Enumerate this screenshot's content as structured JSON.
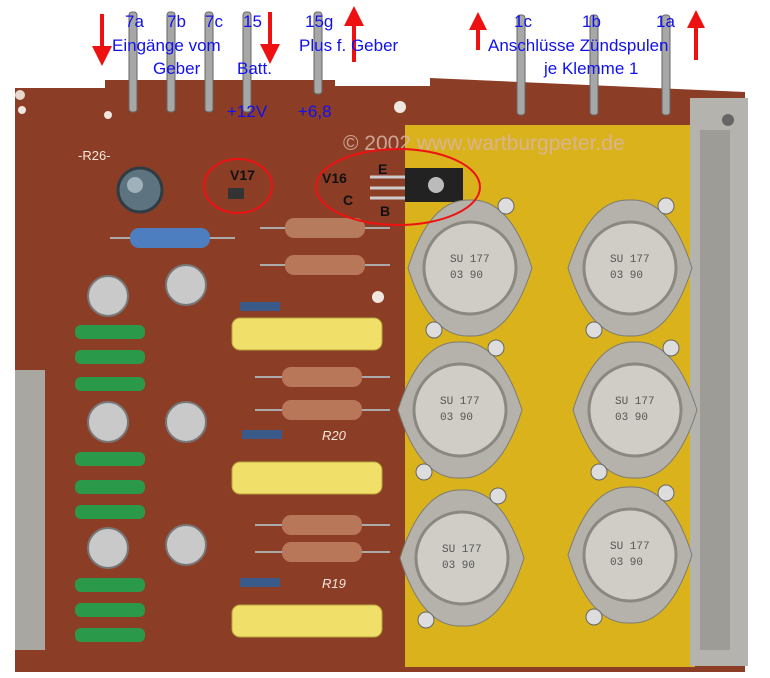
{
  "top_labels": {
    "pin_7a": "7a",
    "pin_7b": "7b",
    "pin_7c": "7c",
    "pin_15": "15",
    "pin_15g": "15g",
    "inputs_line1": "Eingänge vom",
    "inputs_line2": "Geber",
    "batt": "Batt.",
    "plus_geber": "Plus f. Geber",
    "plus_12v": "+12V",
    "plus_6_8": "+6,8",
    "pin_1c": "1c",
    "pin_1b": "1b",
    "pin_1a": "1a",
    "coils_line1": "Anschlüsse Zündspulen",
    "coils_line2": "je Klemme 1"
  },
  "watermark": "© 2002 www.wartburgpeter.de",
  "board_marks": {
    "r26": "-R26-",
    "v17": "V17",
    "v16": "V16",
    "e": "E",
    "c": "C",
    "b": "B",
    "r20": "R20",
    "r19": "R19"
  },
  "power_transistor_marking": [
    "SU 177",
    "03 90"
  ],
  "colors": {
    "label": "#1010f0",
    "arrow": "#ee1111",
    "board": "#8c3d26",
    "heatsink_pad": "#d9b21c"
  }
}
